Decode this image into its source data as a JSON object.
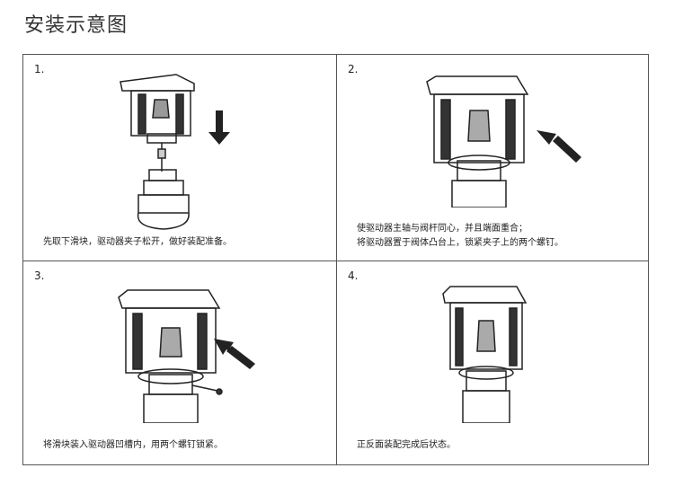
{
  "page_title": "安装示意图",
  "steps": [
    {
      "number": "1.",
      "lines": [
        "先取下滑块，驱动器夹子松开，做好装配准备。"
      ]
    },
    {
      "number": "2.",
      "lines": [
        "使驱动器主轴与阀杆同心，并且端面重合；",
        "将驱动器置于阀体凸台上，锁紧夹子上的两个螺钉。"
      ]
    },
    {
      "number": "3.",
      "lines": [
        "将滑块装入驱动器凹槽内，用两个螺钉锁紧。"
      ]
    },
    {
      "number": "4.",
      "lines": [
        "正反面装配完成后状态。"
      ]
    }
  ]
}
